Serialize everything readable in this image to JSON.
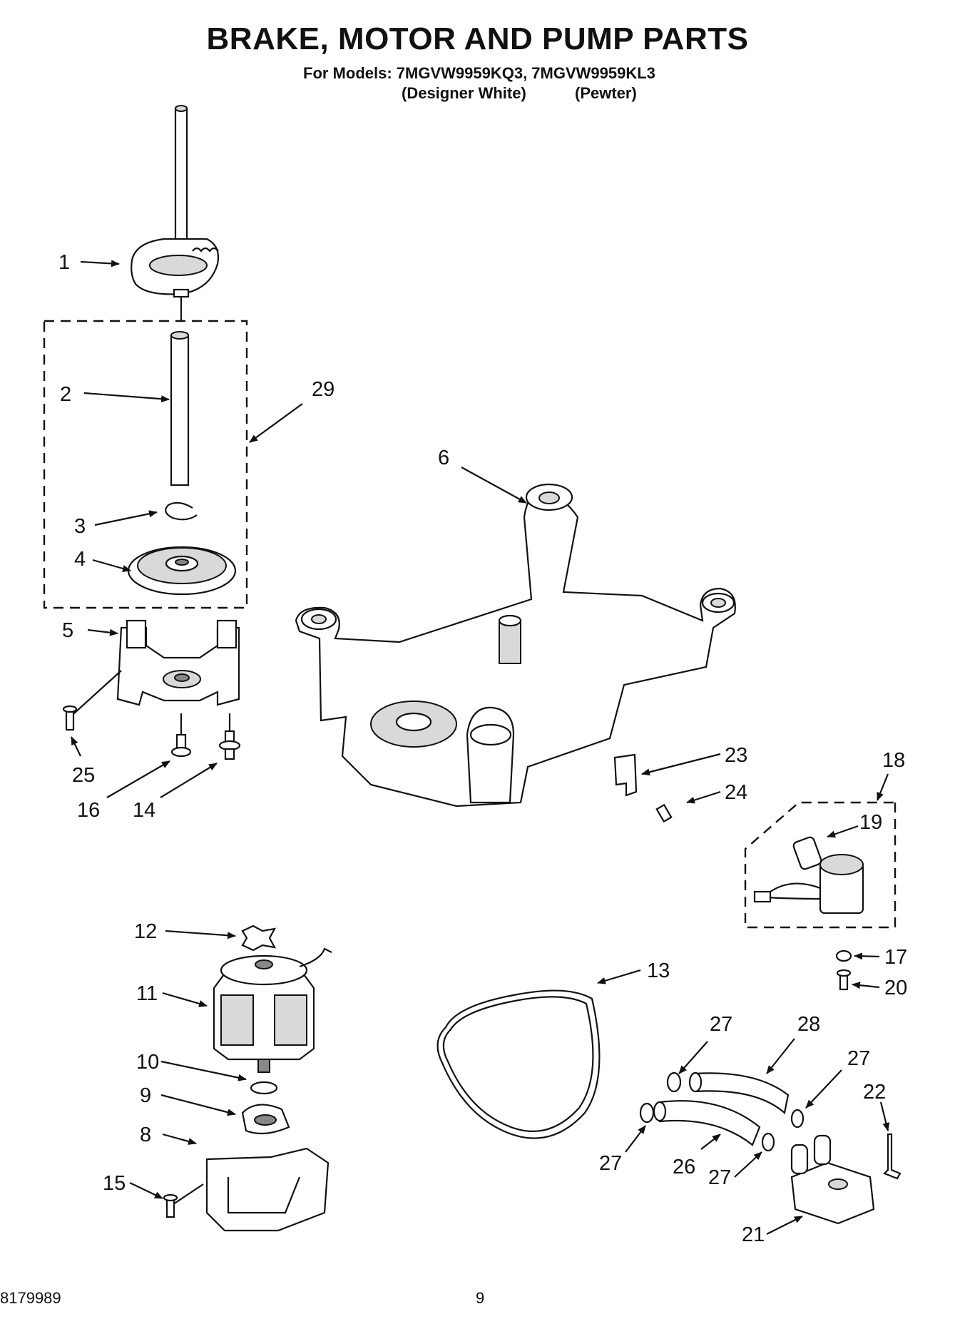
{
  "header": {
    "title": "BRAKE,  MOTOR AND PUMP PARTS",
    "models_line": "For Models: 7MGVW9959KQ3, 7MGVW9959KL3",
    "variant_1": "(Designer White)",
    "variant_2": "(Pewter)"
  },
  "footer": {
    "doc_number": "8179989",
    "page_number": "9"
  },
  "callouts": {
    "c1": "1",
    "c2": "2",
    "c3": "3",
    "c4": "4",
    "c5": "5",
    "c6": "6",
    "c8": "8",
    "c9": "9",
    "c10": "10",
    "c11": "11",
    "c12": "12",
    "c13": "13",
    "c14": "14",
    "c15": "15",
    "c16": "16",
    "c17": "17",
    "c18": "18",
    "c19": "19",
    "c20": "20",
    "c21": "21",
    "c22": "22",
    "c23": "23",
    "c24": "24",
    "c25": "25",
    "c26": "26",
    "c27a": "27",
    "c27b": "27",
    "c27c": "27",
    "c27d": "27",
    "c28": "28",
    "c29": "29"
  }
}
